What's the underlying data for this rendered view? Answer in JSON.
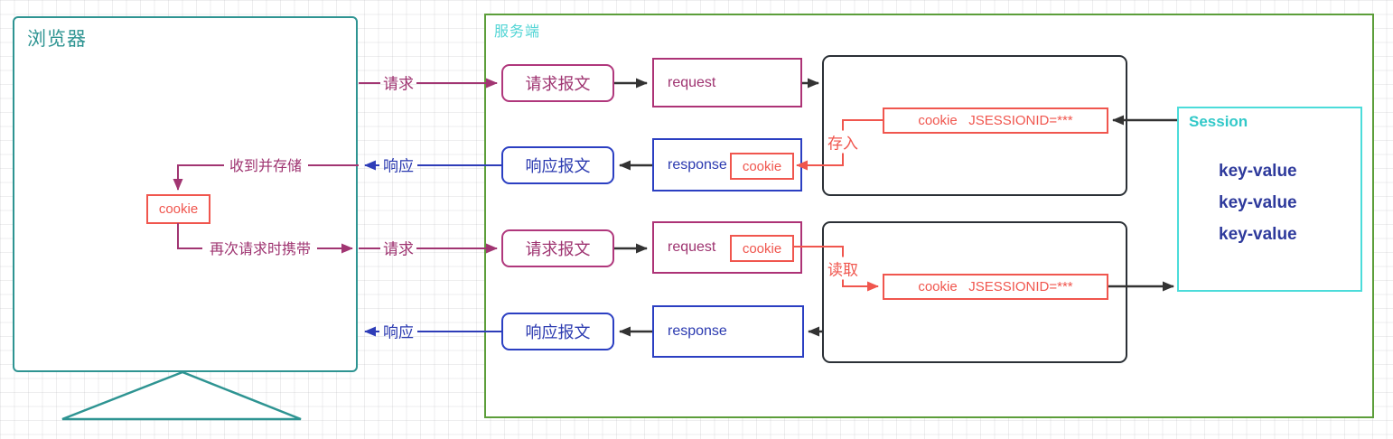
{
  "browser": {
    "title": "浏览器",
    "cookie_label": "cookie",
    "store_label": "收到并存储",
    "carry_label": "再次请求时携带"
  },
  "server": {
    "title": "服务端",
    "save_label": "存入",
    "read_label": "读取"
  },
  "flow": {
    "request": "请求",
    "response": "响应"
  },
  "messages": {
    "request_msg": "请求报文",
    "response_msg": "响应报文",
    "request": "request",
    "response": "response",
    "cookie": "cookie",
    "cookie_session": "cookie   JSESSIONID=***"
  },
  "session": {
    "title": "Session",
    "entries": [
      "key-value",
      "key-value",
      "key-value"
    ]
  },
  "colors": {
    "browser_teal": "#2e9492",
    "server_green": "#5c9e3a",
    "server_title_cyan": "#52d5d5",
    "purple": "#a13572",
    "blue": "#2e3db8",
    "red": "#f0564e",
    "session_cyan": "#4cdcda",
    "keyvalue_indigo": "#2e3a9c",
    "black": "#2b3036"
  }
}
